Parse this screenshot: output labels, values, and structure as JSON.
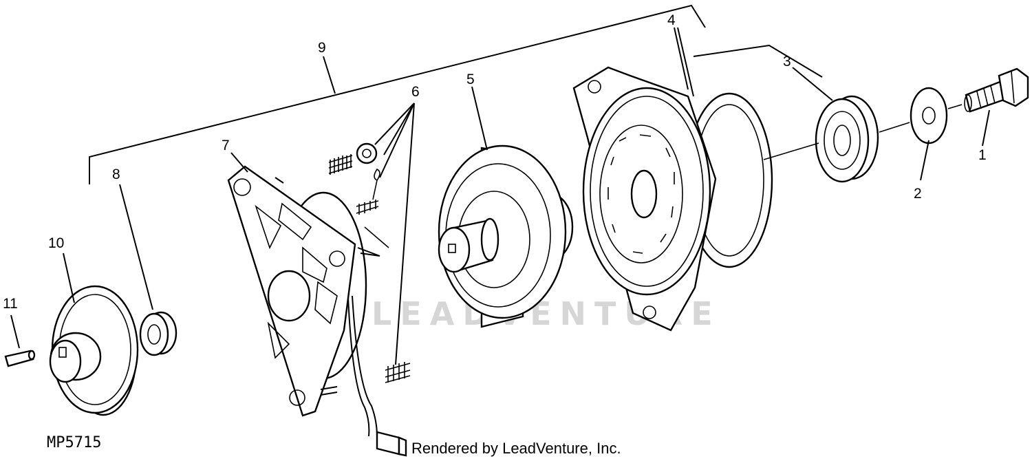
{
  "callouts": {
    "c1": "1",
    "c2": "2",
    "c3": "3",
    "c4": "4",
    "c5": "5",
    "c6": "6",
    "c7": "7",
    "c8": "8",
    "c9": "9",
    "c10": "10",
    "c11": "11"
  },
  "watermark": "LEADVENTURE",
  "figure_ref": "MP5715",
  "credit": "Rendered by LeadVenture, Inc."
}
